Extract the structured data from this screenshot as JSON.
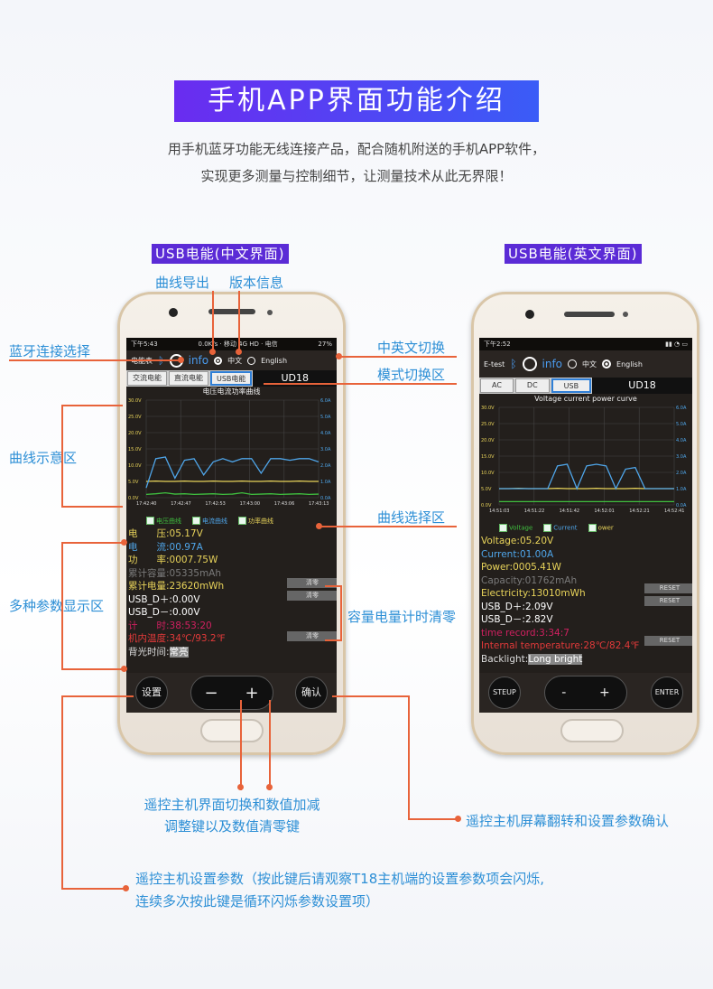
{
  "header": {
    "title": "手机APP界面功能介绍",
    "intro_line1": "用手机蓝牙功能无线连接产品，配合随机附送的手机APP软件，",
    "intro_line2": "实现更多测量与控制细节，让测量技术从此无界限！"
  },
  "labels": {
    "cn_screen": "USB电能(中文界面)",
    "en_screen": "USB电能(英文界面)",
    "curve_export": "曲线导出",
    "version_info": "版本信息",
    "bluetooth_select": "蓝牙连接选择",
    "lang_switch": "中英文切换",
    "mode_switch": "模式切换区",
    "curve_area": "曲线示意区",
    "curve_select": "曲线选择区",
    "param_area": "多种参数显示区",
    "cap_clear": "容量电量计时清零",
    "adjust_keys_1": "遥控主机界面切换和数值加减",
    "adjust_keys_2": "调整键以及数值清零键",
    "confirm_key": "遥控主机屏幕翻转和设置参数确认",
    "setup_key_1": "遥控主机设置参数（按此键后请观察T18主机端的设置参数项会闪烁,",
    "setup_key_2": "连续多次按此键是循环闪烁参数设置项）"
  },
  "colors": {
    "accent": "#e8633a",
    "annotation": "#2d8fd6",
    "title_bg": "#5b2bd6"
  },
  "phone_cn": {
    "status_left": "下午5:43",
    "status_mid": "0.0K/s · 移动 4G HD · 电信",
    "status_right": "27%",
    "app_name": "电能表",
    "info": "info",
    "lang_cn": "中文",
    "lang_en": "English",
    "tabs": [
      "交流电能",
      "直流电能",
      "USB电能"
    ],
    "model": "UD18",
    "chart_title": "电压电流功率曲线",
    "legend": [
      "电压曲线",
      "电流曲线",
      "功率曲线"
    ],
    "params": [
      {
        "label": "电　　压:",
        "value": "05.17V",
        "color": "#e8d35a"
      },
      {
        "label": "电　　流:",
        "value": "00.97A",
        "color": "#4fa6ea"
      },
      {
        "label": "功　　率:",
        "value": "0007.75W",
        "color": "#e8d35a"
      },
      {
        "label": "累计容量:",
        "value": "05335mAh",
        "color": "#7a7a7a"
      },
      {
        "label": "累计电量:",
        "value": "23620mWh",
        "color": "#e8d35a"
      },
      {
        "label": "USB_D＋:",
        "value": "0.00V",
        "color": "#ffffff"
      },
      {
        "label": "USB_D－:",
        "value": "0.00V",
        "color": "#ffffff"
      },
      {
        "label": "计　　时:",
        "value": "38:53:20",
        "color": "#d02060"
      },
      {
        "label": "机内温度:",
        "value": "34℃/93.2℉",
        "color": "#e23a3a"
      },
      {
        "label": "背光时间:",
        "value": "常亮",
        "color": "#dddddd"
      }
    ],
    "clear_label": "清零",
    "btn_setup": "设置",
    "btn_minus": "−",
    "btn_plus": "+",
    "btn_ok": "确认"
  },
  "phone_en": {
    "status_left": "下午2:52",
    "app_name": "E-test",
    "info": "info",
    "lang_cn": "中文",
    "lang_en": "English",
    "tabs": [
      "AC",
      "DC",
      "USB"
    ],
    "model": "UD18",
    "chart_title": "Voltage current power curve",
    "legend": [
      "Voltage",
      "Current",
      "ower"
    ],
    "params": [
      {
        "label": "Voltage:",
        "value": "05.20V",
        "color": "#e8d35a"
      },
      {
        "label": "Current:",
        "value": "01.00A",
        "color": "#4fa6ea"
      },
      {
        "label": "Power:",
        "value": "0005.41W",
        "color": "#e8d35a"
      },
      {
        "label": "Capacity:",
        "value": "01762mAh",
        "color": "#7a7a7a"
      },
      {
        "label": "Electricity:",
        "value": "13010mWh",
        "color": "#e8d35a"
      },
      {
        "label": "USB_D＋:",
        "value": "2.09V",
        "color": "#ffffff"
      },
      {
        "label": "USB_D－:",
        "value": "2.82V",
        "color": "#ffffff"
      },
      {
        "label": "time record:",
        "value": "3:34:7",
        "color": "#d02060"
      },
      {
        "label": "Internal temperature:",
        "value": "28℃/82.4℉",
        "color": "#e23a3a"
      },
      {
        "label": "Backlight:",
        "value": "Long bright",
        "color": "#dddddd"
      }
    ],
    "reset_label": "RESET",
    "btn_setup": "STEUP",
    "btn_minus": "-",
    "btn_plus": "+",
    "btn_ok": "ENTER"
  },
  "chart_data": [
    {
      "type": "line",
      "title": "电压电流功率曲线",
      "x": [
        "17:42:40",
        "17:42:47",
        "17:42:53",
        "17:43:00",
        "17:43:06",
        "17:43:13"
      ],
      "y_left_ticks": [
        "0.0V",
        "5.0V",
        "10.0V",
        "15.0V",
        "20.0V",
        "25.0V",
        "30.0V"
      ],
      "y_right_ticks": [
        "0.0A",
        "1.0A",
        "2.0A",
        "3.0A",
        "4.0A",
        "5.0A",
        "6.0A"
      ],
      "ylim": [
        0,
        30
      ],
      "series": [
        {
          "name": "电压曲线",
          "color": "#e8d35a",
          "values": [
            5.0,
            5.1,
            5.0,
            5.0,
            5.1,
            5.0,
            5.0,
            5.1,
            5.0,
            5.0,
            5.1,
            5.0,
            5.0,
            5.1,
            5.0,
            5.0,
            5.1,
            5.0,
            5.0
          ]
        },
        {
          "name": "电流曲线",
          "color": "#4fa6ea",
          "values": [
            3.0,
            12.0,
            12.5,
            6.0,
            11.5,
            12.0,
            7.0,
            11.0,
            12.0,
            11.0,
            12.0,
            12.0,
            7.5,
            12.0,
            12.0,
            11.5,
            12.0,
            12.0,
            11.0
          ]
        },
        {
          "name": "功率曲线",
          "color": "#3fbf3f",
          "values": [
            1.0,
            1.2,
            1.5,
            1.1,
            1.2,
            1.0,
            1.1,
            1.2,
            1.0,
            1.1,
            1.5,
            1.0,
            1.1,
            1.2,
            1.0,
            1.1,
            1.2,
            1.0,
            1.1
          ]
        }
      ]
    },
    {
      "type": "line",
      "title": "Voltage current power curve",
      "x": [
        "14:51:03",
        "14:51:22",
        "14:51:42",
        "14:52:01",
        "14:52:21",
        "14:52:41"
      ],
      "y_left_ticks": [
        "0.0V",
        "5.0V",
        "10.0V",
        "15.0V",
        "20.0V",
        "25.0V",
        "30.0V"
      ],
      "y_right_ticks": [
        "0.0A",
        "1.0A",
        "2.0A",
        "3.0A",
        "4.0A",
        "5.0A",
        "6.0A"
      ],
      "ylim": [
        0,
        30
      ],
      "series": [
        {
          "name": "Voltage",
          "color": "#e8d35a",
          "values": [
            5.0,
            5.0,
            5.1,
            5.0,
            5.0,
            5.0,
            5.1,
            5.0,
            5.0,
            5.0,
            5.1,
            5.0,
            5.0,
            5.0,
            5.1,
            5.0,
            5.0,
            5.0,
            5.0
          ]
        },
        {
          "name": "Current",
          "color": "#4fa6ea",
          "values": [
            5.0,
            5.0,
            5.0,
            5.0,
            5.0,
            5.0,
            12.0,
            12.5,
            5.0,
            12.0,
            12.5,
            12.0,
            5.0,
            11.0,
            11.5,
            5.0,
            5.0,
            5.0,
            5.0
          ]
        },
        {
          "name": "ower",
          "color": "#3fbf3f",
          "values": [
            1.0,
            1.0,
            1.0,
            1.0,
            1.0,
            1.0,
            1.0,
            1.0,
            1.0,
            1.0,
            1.0,
            1.0,
            1.0,
            1.0,
            1.0,
            1.0,
            1.0,
            1.0,
            1.0
          ]
        }
      ]
    }
  ]
}
